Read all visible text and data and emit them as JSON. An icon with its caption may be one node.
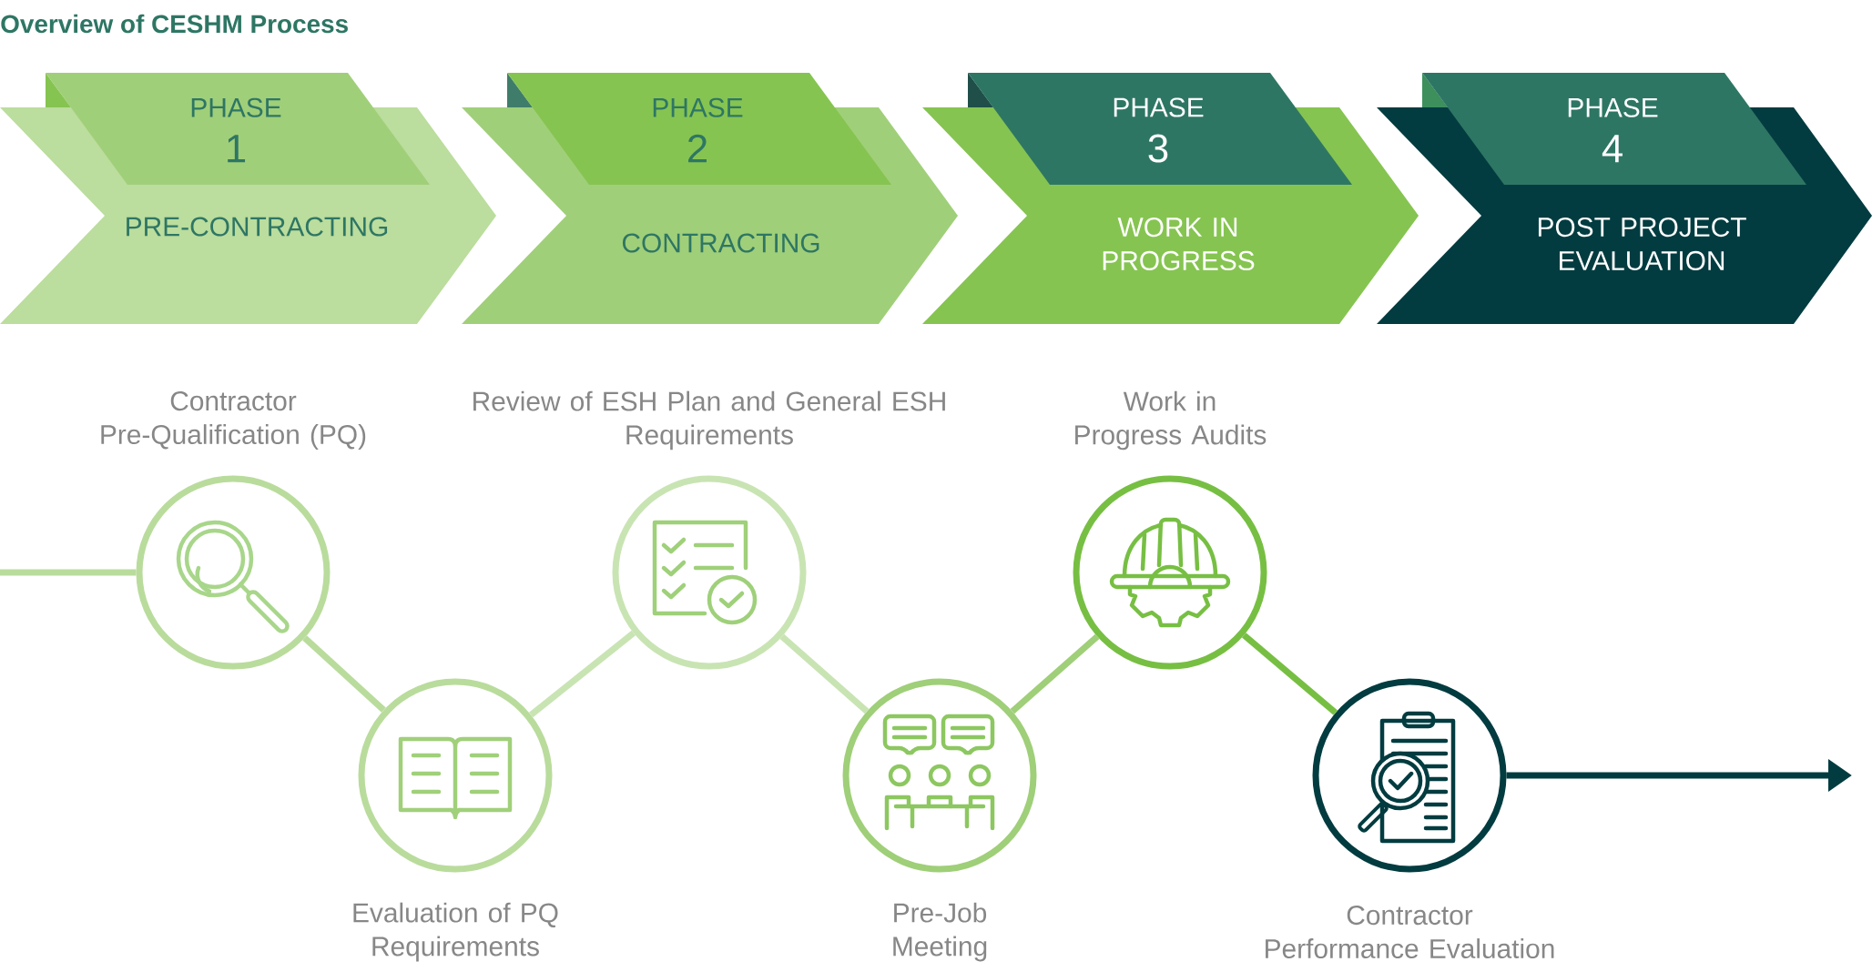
{
  "diagram": {
    "title": "Overview of CESHM Process",
    "nodes": [
      {
        "text": [
          "PHASE",
          "1"
        ]
      },
      {
        "text": [
          "PRE-CONTRACTING"
        ]
      },
      {
        "text": [
          "PHASE",
          "2"
        ]
      },
      {
        "text": [
          "CONTRACTING"
        ]
      },
      {
        "text": [
          "PHASE",
          "3"
        ]
      },
      {
        "text": [
          "WORK IN PROGRESS"
        ]
      },
      {
        "text": [
          "PHASE",
          "4"
        ]
      },
      {
        "text": [
          "POST PROJECT EVALUATION"
        ]
      },
      {
        "text": [],
        "shape": "circle",
        "beside": [
          "Contractor Pre-Qualification (PQ)"
        ]
      },
      {
        "text": [],
        "shape": "circle",
        "beside": [
          "Evaluation of PQ Requirements"
        ]
      },
      {
        "text": [],
        "shape": "circle",
        "beside": [
          "Review of ESH Plan and General ESH Requirements"
        ]
      },
      {
        "text": [],
        "shape": "circle",
        "beside": [
          "Pre-Job Meeting"
        ]
      },
      {
        "text": [],
        "shape": "circle",
        "beside": [
          "Work in Progress Audits"
        ]
      },
      {
        "text": [],
        "shape": "circle",
        "beside": [
          "Contractor Performance Evaluation"
        ]
      }
    ],
    "edges": [
      {
        "from": null,
        "to": 8,
        "arrow": "none",
        "color": "#b9dc9c"
      },
      {
        "from": 8,
        "to": 9,
        "arrow": "none",
        "color": "#b9dc9c"
      },
      {
        "from": 9,
        "to": 10,
        "arrow": "none",
        "color": "#c9e4b3"
      },
      {
        "from": 10,
        "to": 11,
        "arrow": "none",
        "color": "#c9e4b3"
      },
      {
        "from": 11,
        "to": 12,
        "arrow": "none",
        "color": "#9fcf78"
      },
      {
        "from": 12,
        "to": 13,
        "arrow": "none",
        "color": "#77bf43"
      },
      {
        "from": 13,
        "to": null,
        "arrow": "to",
        "color": "#023c40"
      }
    ]
  }
}
